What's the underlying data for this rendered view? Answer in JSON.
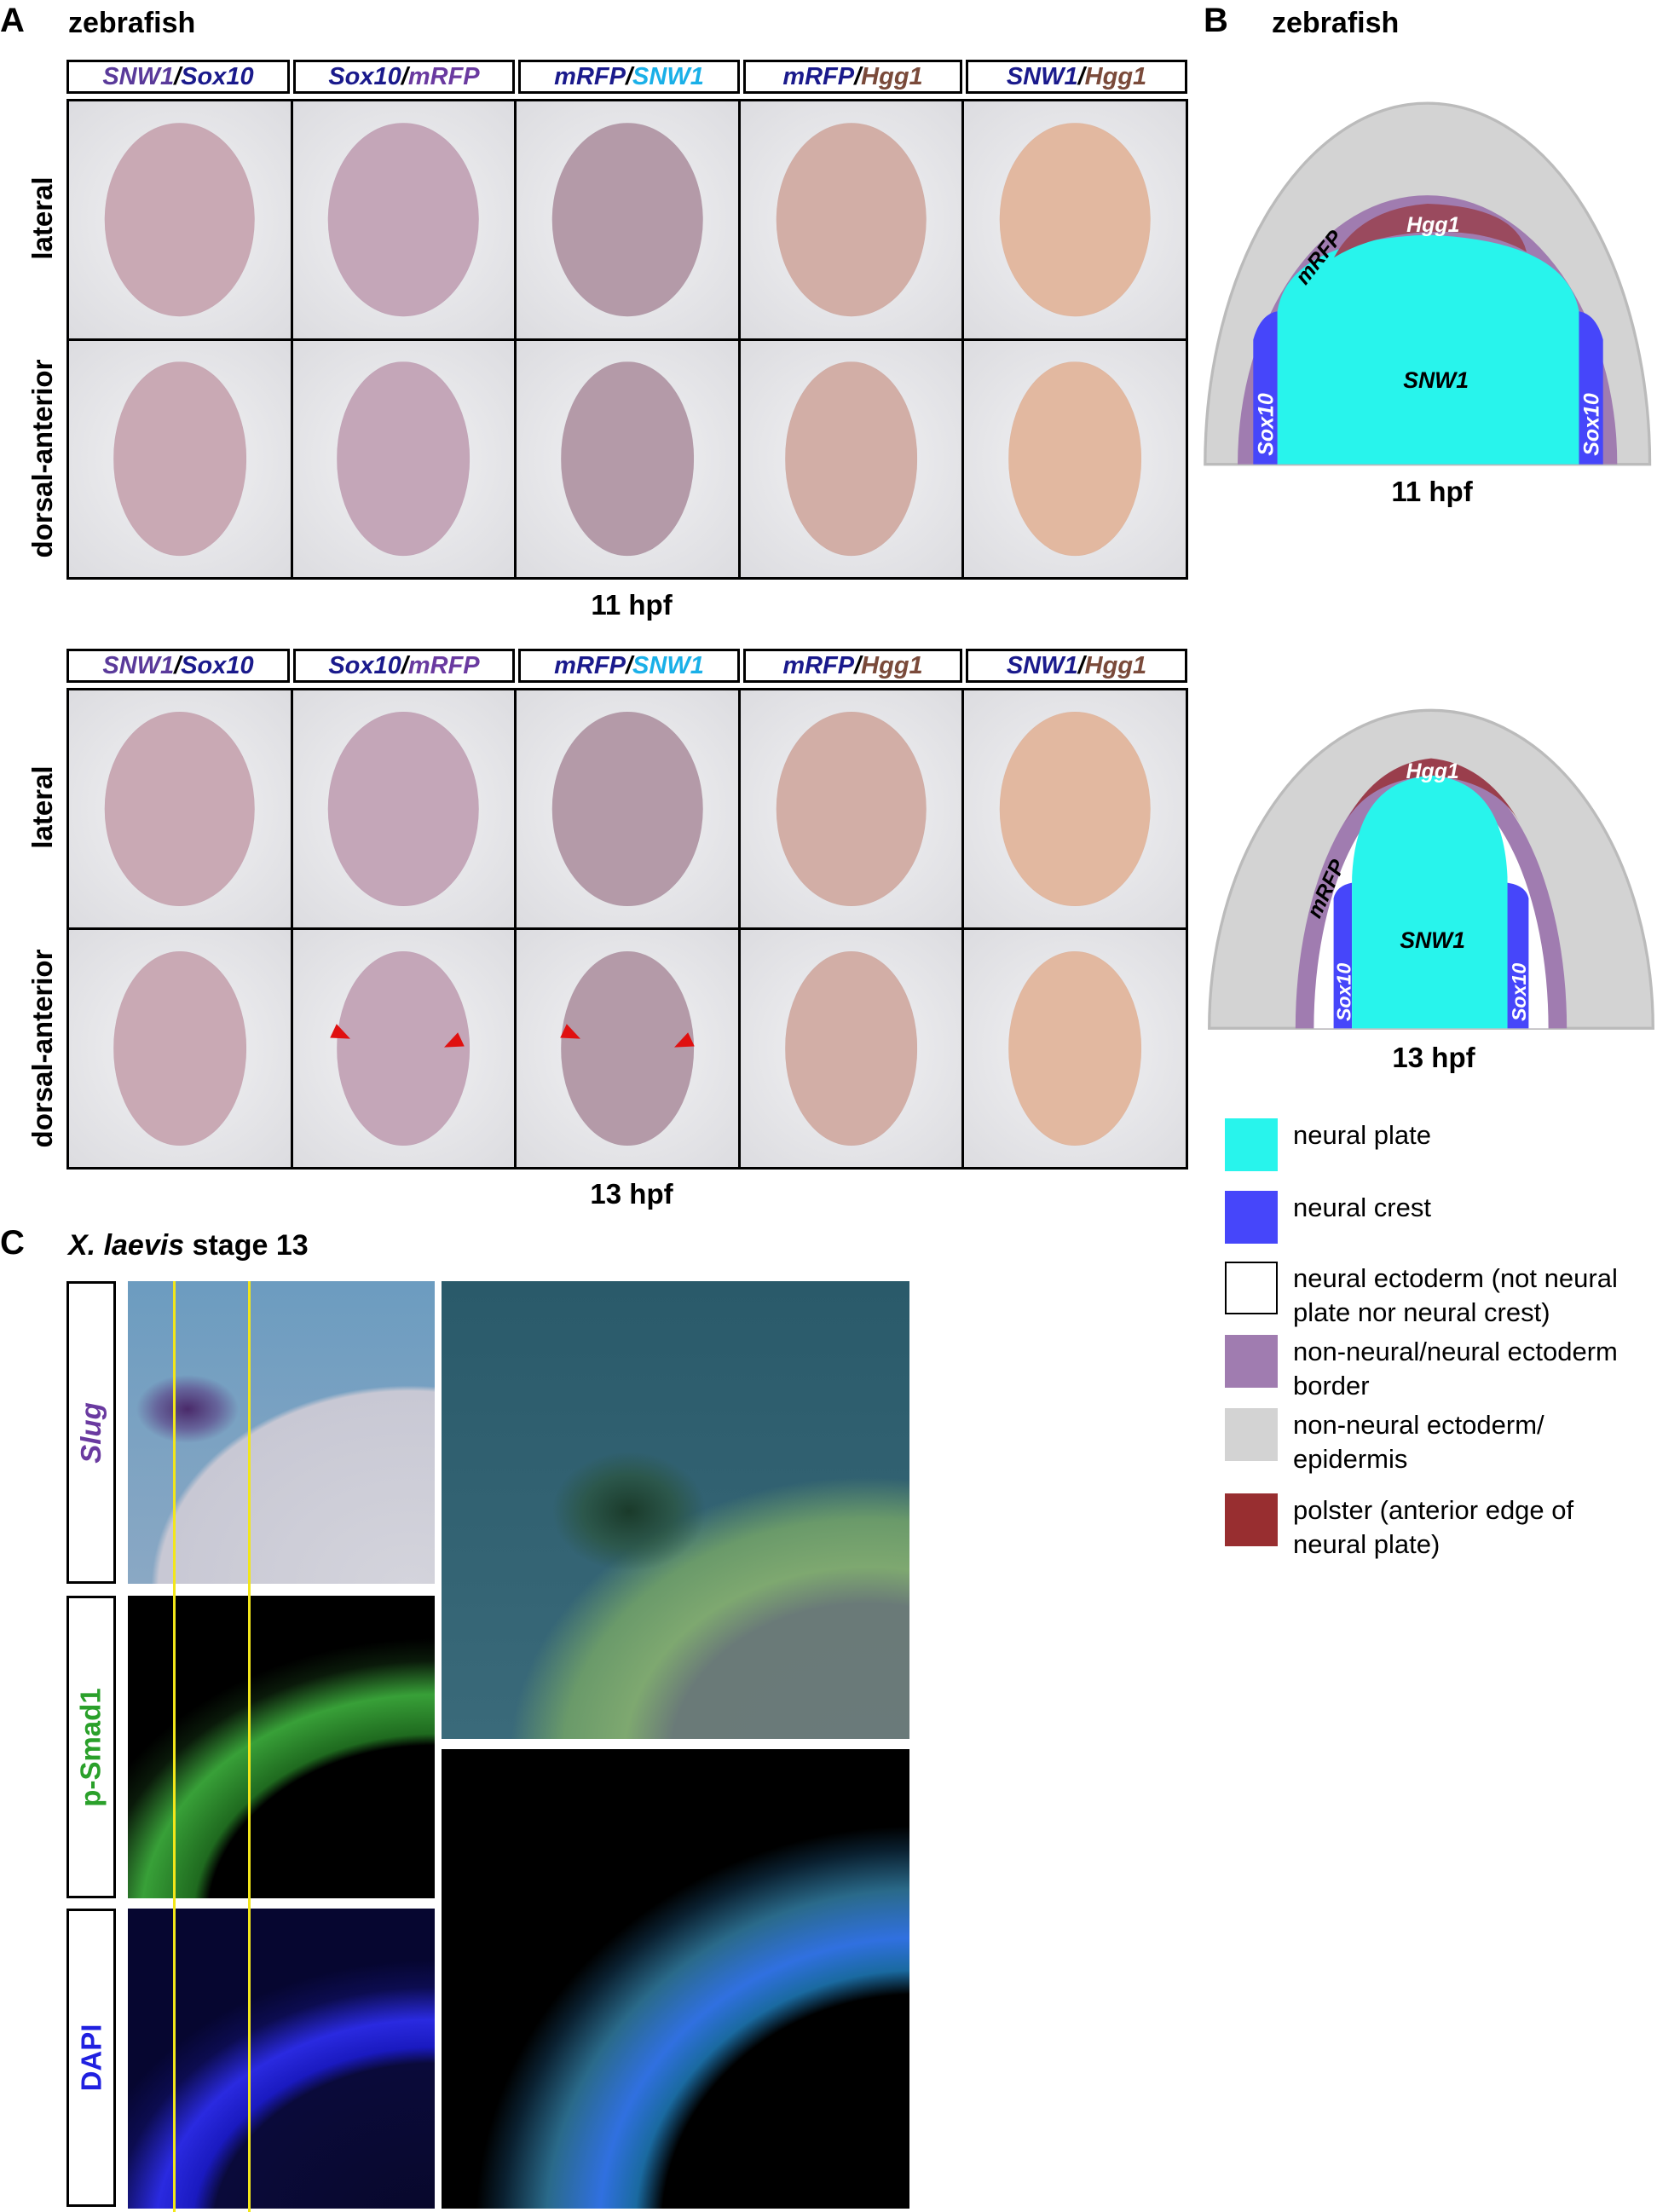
{
  "panel_a": {
    "letter": "A",
    "title": "zebrafish",
    "row_labels": [
      "lateral",
      "dorsal-anterior"
    ],
    "blocks": [
      {
        "stage": "11 hpf",
        "columns": [
          {
            "g1": "SNW1",
            "g2": "Sox10"
          },
          {
            "g1": "Sox10",
            "g2": "mRFP"
          },
          {
            "g1": "mRFP",
            "g2": "SNW1"
          },
          {
            "g1": "mRFP",
            "g2": "Hgg1"
          },
          {
            "g1": "SNW1",
            "g2": "Hgg1"
          }
        ]
      },
      {
        "stage": "13 hpf",
        "columns": [
          {
            "g1": "SNW1",
            "g2": "Sox10"
          },
          {
            "g1": "Sox10",
            "g2": "mRFP"
          },
          {
            "g1": "mRFP",
            "g2": "SNW1"
          },
          {
            "g1": "mRFP",
            "g2": "Hgg1"
          },
          {
            "g1": "SNW1",
            "g2": "Hgg1"
          }
        ]
      }
    ],
    "sep": "/"
  },
  "panel_b": {
    "letter": "B",
    "title": "zebrafish",
    "diagrams": [
      {
        "stage": "11 hpf",
        "labels": {
          "hgg1": "Hgg1",
          "mrfp": "mRFP",
          "snw1": "SNW1",
          "sox10": "Sox10"
        }
      },
      {
        "stage": "13 hpf",
        "labels": {
          "hgg1": "Hgg1",
          "mrfp": "mRFP",
          "snw1": "SNW1",
          "sox10": "Sox10"
        }
      }
    ],
    "legend": [
      {
        "label": "neural plate",
        "color": "#28f4ec"
      },
      {
        "label": "neural crest",
        "color": "#4646fa"
      },
      {
        "label": "neural ectoderm (not neural plate nor neural crest)",
        "color": "#ffffff"
      },
      {
        "label": "non-neural/neural ectoderm border",
        "color": "#a07cb0"
      },
      {
        "label": "non-neural ectoderm/ epidermis",
        "color": "#d3d3d3"
      },
      {
        "label": "polster (anterior edge of neural plate)",
        "color": "#982e30"
      }
    ]
  },
  "panel_c": {
    "letter": "C",
    "title_italic": "X. laevis",
    "title_rest": " stage 13",
    "row_labels": [
      "Slug",
      "p-Smad1",
      "DAPI"
    ]
  },
  "colors": {
    "snw1": "#5a3a9a",
    "sox10": "#1a1a8c",
    "mrfp": "#6a3aa0",
    "snw1_cyan": "#1ab0e8",
    "hgg1": "#7a4a3a",
    "green": "#2aa02a",
    "blue": "#2020e0"
  }
}
